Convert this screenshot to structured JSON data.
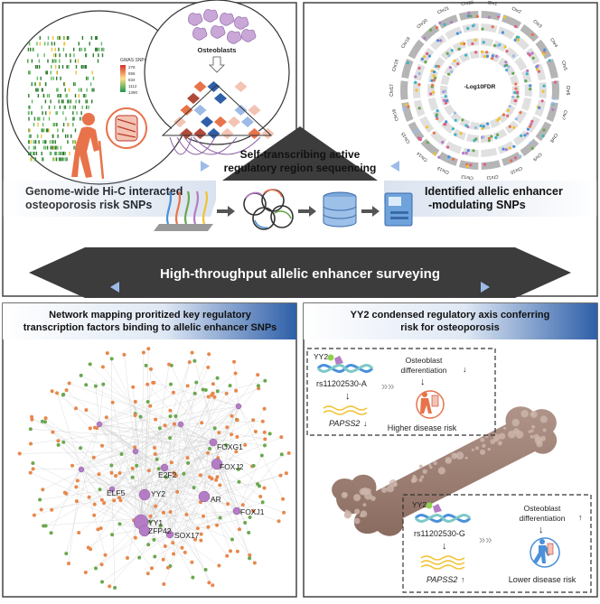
{
  "center": {
    "title_line1": "Self-transcribing active",
    "title_line2": "regulatory region sequencing",
    "banner": "High-throughput allelic enhancer surveying"
  },
  "top_left": {
    "label_line1": "Genome-wide Hi-C interacted",
    "label_line2": "osteoporosis risk SNPs",
    "osteoblasts_label": "Osteoblasts",
    "legend_title": "GWAS SNPs",
    "legend_values": [
      "278",
      "556",
      "834",
      "1112",
      "1390"
    ]
  },
  "top_right": {
    "label_line1": "Identified allelic enhancer",
    "label_line2": "-modulating SNPs",
    "axis_label": "-Log10FDR",
    "chromosomes": [
      "Chr1",
      "Chr2",
      "Chr3",
      "Chr4",
      "Chr5",
      "Chr6",
      "Chr7",
      "Chr8",
      "Chr9",
      "Chr10",
      "Chr11",
      "Chr12",
      "Chr13",
      "Chr14",
      "Chr15",
      "Chr16",
      "Chr17",
      "Chr18",
      "Chr19",
      "Chr20",
      "Chr21",
      "Chr22"
    ]
  },
  "bottom_left": {
    "title_line1": "Network mapping proritized key regulatory",
    "title_line2": "transcription factors binding to allelic enhancer SNPs",
    "tf_labels": [
      "FOXG1",
      "FOXJ2",
      "E2F2",
      "ELF5",
      "YY2",
      "AR",
      "FOXJ1",
      "YY1",
      "ZFP42",
      "SOX17"
    ]
  },
  "bottom_right": {
    "title_line1": "YY2 condensed regulatory axis conferring",
    "title_line2": "risk for osteoporosis",
    "upper": {
      "yy2": "YY2",
      "snp": "rs11202530-A",
      "gene": "PAPSS2",
      "gene_arrow": "↓",
      "osteo_line1": "Osteoblast",
      "osteo_line2": "differentiation",
      "osteo_arrow": "↓",
      "risk": "Higher disease risk"
    },
    "lower": {
      "yy2": "YY2",
      "snp": "rs11202530-G",
      "gene": "PAPSS2",
      "gene_arrow": "↑",
      "osteo_line1": "Osteoblast",
      "osteo_line2": "differentiation",
      "osteo_arrow": "↑",
      "risk": "Lower disease risk"
    }
  },
  "colors": {
    "banner": "#3c3c3c",
    "panel_border": "#444444",
    "blue_accent": "#2e5fa8",
    "node_purple": "#b47cc4",
    "node_orange": "#e8874b",
    "node_green": "#6aa84f",
    "bone": "#9a7b6e",
    "risk_red": "#e8734a",
    "healthy_blue": "#4a90d9"
  }
}
